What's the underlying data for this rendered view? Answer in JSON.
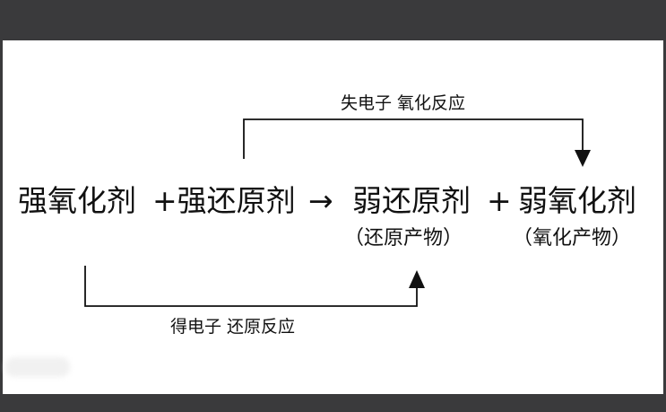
{
  "equation": {
    "strong_oxidant": "强氧化剂",
    "plus_strong_reductant": "+强还原剂",
    "arrow": "→",
    "weak_reductant": "弱还原剂",
    "plus": "+",
    "weak_oxidant": "弱氧化剂"
  },
  "products": {
    "reduction_product": "（还原产物）",
    "oxidation_product": "（氧化产物）"
  },
  "arrows": {
    "top_label": "失电子 氧化反应",
    "bottom_label": "得电子 还原反应"
  },
  "colors": {
    "text": "#111111",
    "frame": "#3a3a3c",
    "background": "#ffffff"
  }
}
